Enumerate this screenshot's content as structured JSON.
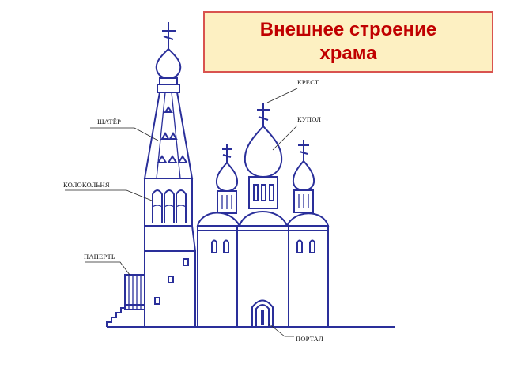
{
  "title": "Внешнее строение храма",
  "labels": {
    "cross": "КРЕСТ",
    "dome": "КУПОЛ",
    "tent": "ШАТЁР",
    "belfry": "КОЛОКОЛЬНЯ",
    "porch": "ПАПЕРТЬ",
    "portal": "ПОРТАЛ"
  },
  "colors": {
    "title_text": "#c00000",
    "title_bg": "#fdf0c2",
    "title_border": "#d9534f",
    "drawing_lines": "#2a2f9a"
  }
}
